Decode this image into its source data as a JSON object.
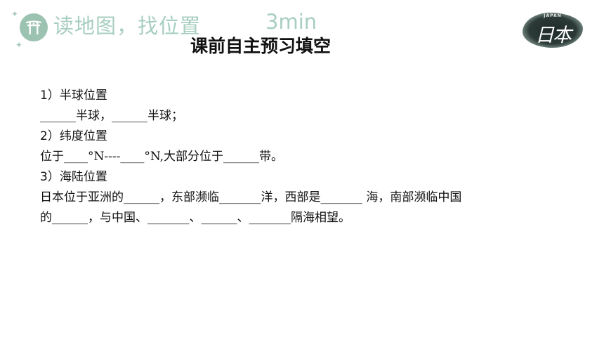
{
  "header": {
    "title": "读地图，找位置",
    "timer": "3min",
    "icon": "torii-icon",
    "accent_color": "#a7cebf"
  },
  "page_title": "课前自主预习填空",
  "logo": {
    "small_text": "JAPAN",
    "big_text": "日本"
  },
  "sections": [
    {
      "heading": "1）半球位置",
      "lines": [
        "______半球，______半球；"
      ]
    },
    {
      "heading": "2）纬度位置",
      "lines": [
        "位于____°N----____°N,大部分位于______带。"
      ]
    },
    {
      "heading": "3）海陆位置",
      "lines": [
        "日本位于亚洲的______，东部濒临_______洋，西部是_______ 海，南部濒临中国",
        "的______，与中国、_______、______、_______隔海相望。"
      ]
    }
  ]
}
